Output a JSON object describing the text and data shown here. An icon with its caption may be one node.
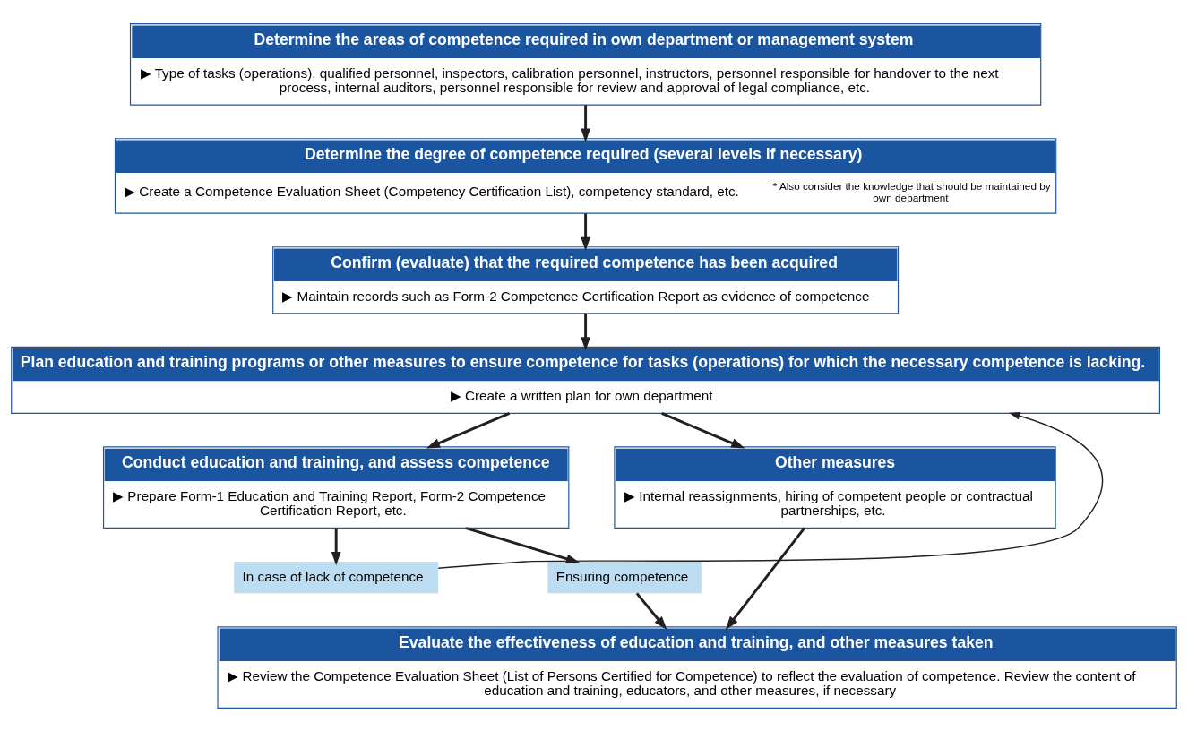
{
  "diagram": {
    "nodes": [
      {
        "text": [
          "Determine the areas of competence required in own department or management system",
          "▶ Type of tasks (operations), qualified personnel, inspectors, calibration personnel, instructors, personnel responsible for handover to the next process, internal auditors, personnel responsible for review and approval of legal compliance, etc."
        ]
      },
      {
        "text": [
          "Determine the degree of competence required (several levels if necessary)",
          "▶ Create a Competence Evaluation Sheet (Competency Certification List), competency standard, etc.",
          "* Also consider the knowledge that should be maintained by own department"
        ]
      },
      {
        "text": [
          "Confirm (evaluate) that the required competence has been acquired",
          "▶ Maintain records such as Form-2 Competence Certification Report as evidence of competence"
        ]
      },
      {
        "text": [
          "Plan education and training programs or other measures to ensure competence for tasks (operations) for which the necessary competence is lacking.",
          "▶ Create a written plan for own department"
        ]
      },
      {
        "text": [
          "Conduct education and training, and assess competence",
          "▶ Prepare Form-1 Education and Training Report, Form-2 Competence Certification Report, etc."
        ]
      },
      {
        "text": [
          "Other measures",
          "▶ Internal reassignments, hiring of competent people or contractual partnerships, etc."
        ]
      },
      {
        "text": [
          "In case of lack of competence"
        ]
      },
      {
        "text": [
          "Ensuring competence"
        ]
      },
      {
        "text": [
          "Evaluate the effectiveness of education and training, and other measures taken",
          "▶ Review the Competence Evaluation Sheet (List of Persons Certified for Competence) to reflect the evaluation of competence. Review the content of education and training, educators, and other measures, if necessary"
        ]
      }
    ],
    "edges": [
      {
        "from": 0,
        "to": 1,
        "arrow": "to"
      },
      {
        "from": 1,
        "to": 2,
        "arrow": "to"
      },
      {
        "from": 2,
        "to": 3,
        "arrow": "to"
      },
      {
        "from": 3,
        "to": 4,
        "arrow": "to"
      },
      {
        "from": 3,
        "to": 5,
        "arrow": "to"
      },
      {
        "from": 4,
        "to": 6,
        "arrow": "to"
      },
      {
        "from": 4,
        "to": 7,
        "arrow": "to"
      },
      {
        "from": 6,
        "to": 3,
        "arrow": "to"
      },
      {
        "from": 7,
        "to": 8,
        "arrow": "to"
      },
      {
        "from": 5,
        "to": 8,
        "arrow": "to"
      }
    ]
  }
}
